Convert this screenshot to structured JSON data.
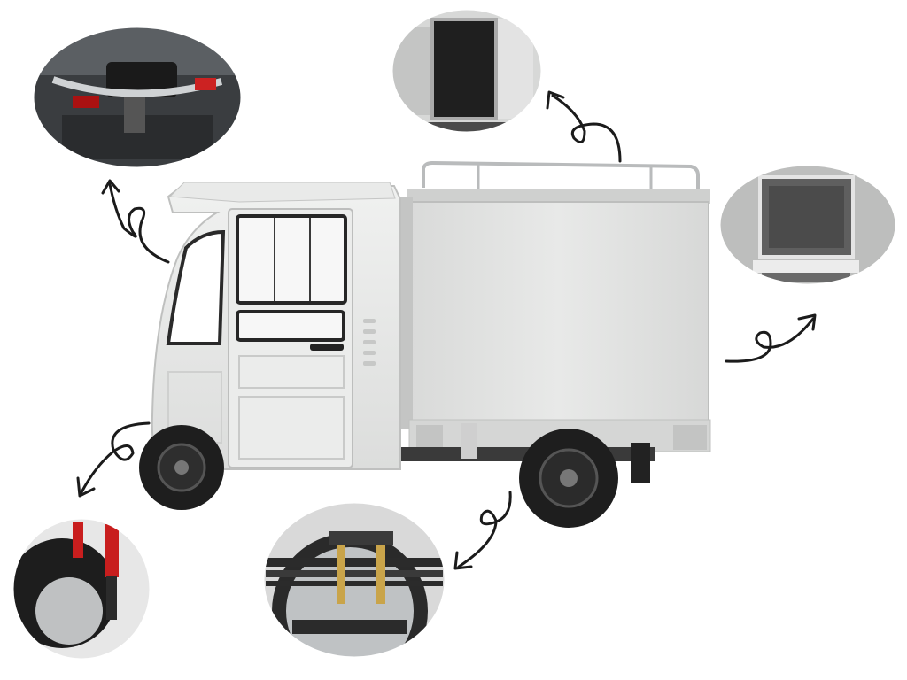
{
  "subject": {
    "vehicle": "white-enclosed-electric-cargo-tricycle",
    "palette": {
      "body": "#e6e7e6",
      "shadow": "#c9cac9",
      "tire": "#1e1e1e",
      "arrow": "#1b1b1b",
      "spring": "#c81e1e",
      "metal": "#b7b9bb"
    }
  },
  "callouts": [
    {
      "id": "dashboard",
      "icon": "dashboard-closeup-icon"
    },
    {
      "id": "cargo-door-top",
      "icon": "cargo-door-open-icon"
    },
    {
      "id": "cargo-rear-open",
      "icon": "rear-cargo-open-icon"
    },
    {
      "id": "front-suspension",
      "icon": "front-shock-absorber-icon"
    },
    {
      "id": "rear-leaf-spring",
      "icon": "leaf-spring-axle-icon"
    }
  ]
}
